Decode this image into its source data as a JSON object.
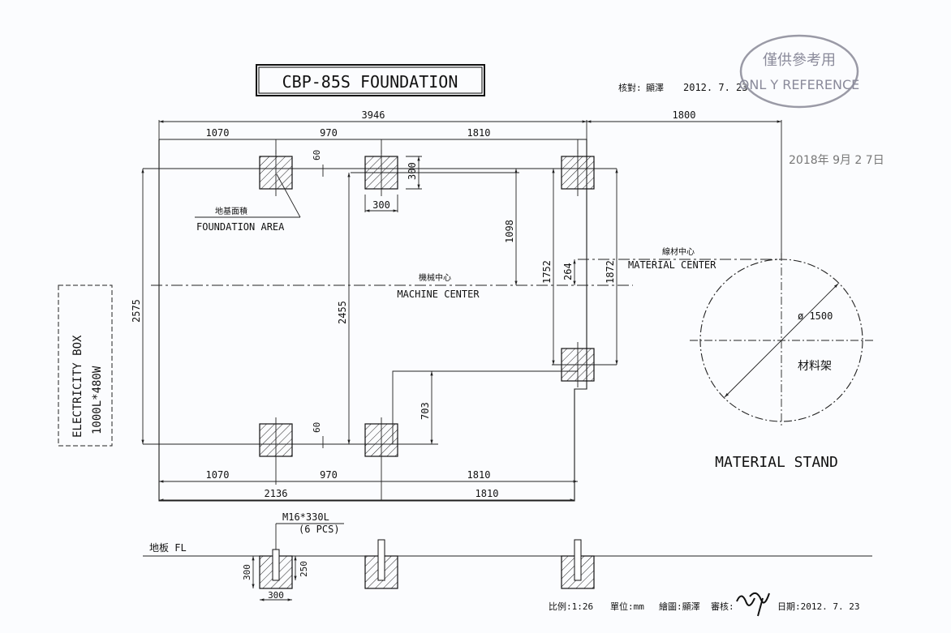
{
  "title": "CBP-85S FOUNDATION",
  "check": {
    "label": "核對:",
    "name": "顯澤",
    "date": "2012. 7. 23"
  },
  "stamp": {
    "line1": "僅供參考用",
    "line2": "ONL Y REFERENCE"
  },
  "received_date": "2018年 9月 2 7日",
  "dims": {
    "total_width": "3946",
    "stand_offset": "1800",
    "top_1070": "1070",
    "top_970": "970",
    "top_1810": "1810",
    "d60_top": "60",
    "d300_h": "300",
    "d300_w": "300",
    "d1098": "1098",
    "d1752": "1752",
    "d264": "264",
    "d1872": "1872",
    "d2575": "2575",
    "d2455": "2455",
    "d703": "703",
    "d60_bot": "60",
    "bot_1070": "1070",
    "bot_970": "970",
    "bot_1810": "1810",
    "bot_2136": "2136",
    "bot_1810b": "1810",
    "dia": "ø 1500",
    "sec_300h": "300",
    "sec_250": "250",
    "sec_300w": "300"
  },
  "labels": {
    "foundation_area_cn": "地基面積",
    "foundation_area": "FOUNDATION AREA",
    "machine_center_cn": "機械中心",
    "machine_center": "MACHINE CENTER",
    "material_center_cn": "線材中心",
    "material_center": "MATERIAL CENTER",
    "stand_cn": "材料架",
    "material_stand": "MATERIAL STAND",
    "electricity_box": "ELECTRICITY BOX",
    "electricity_spec": "1000L*480W",
    "bolt_spec": "M16*330L",
    "bolt_qty": "(6 PCS)",
    "floor": "地板 FL"
  },
  "footer": {
    "scale": "比例:1:26",
    "unit": "單位:mm",
    "drawn": "繪圖:顯澤",
    "approved": "審核:",
    "date": "日期:2012. 7. 23"
  }
}
